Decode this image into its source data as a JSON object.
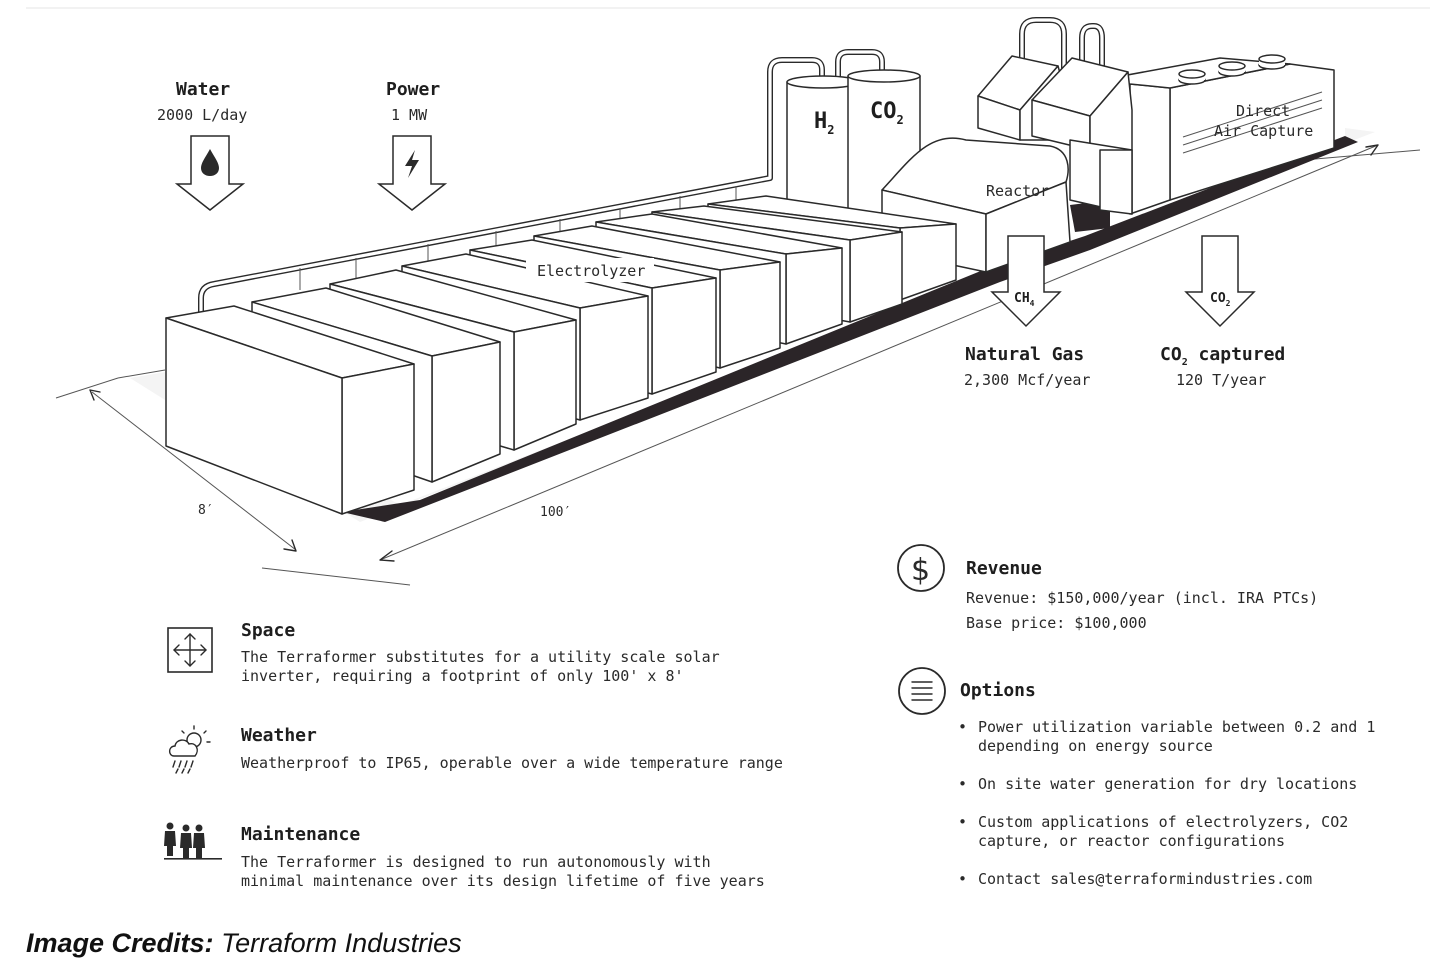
{
  "inputs": {
    "water": {
      "title": "Water",
      "value": "2000 L/day",
      "icon": "water-drop-icon"
    },
    "power": {
      "title": "Power",
      "value": "1 MW",
      "icon": "lightning-bolt-icon"
    }
  },
  "components": {
    "h2_tank": {
      "main": "H",
      "sub": "2"
    },
    "co2_tank": {
      "main": "CO",
      "sub": "2"
    },
    "reactor": "Reactor",
    "dac_line1": "Direct",
    "dac_line2": "Air Capture",
    "electrolyzer": "Electrolyzer"
  },
  "dimensions": {
    "width": "8′",
    "length": "100′"
  },
  "outputs": {
    "natural_gas": {
      "arrow_main": "CH",
      "arrow_sub": "4",
      "title": "Natural Gas",
      "value": "2,300 Mcf/year"
    },
    "co2": {
      "arrow_main": "CO",
      "arrow_sub": "2",
      "title_main": "CO",
      "title_sub": "2",
      "title_rest": " captured",
      "value": "120 T/year"
    }
  },
  "features": [
    {
      "title": "Space",
      "icon": "expand-arrows-icon",
      "lines": [
        "The Terraformer substitutes for a utility scale solar",
        "inverter, requiring a footprint of only 100' x 8'"
      ]
    },
    {
      "title": "Weather",
      "icon": "weather-cloud-sun-rain-icon",
      "lines": [
        "Weatherproof to IP65, operable over a wide temperature range"
      ]
    },
    {
      "title": "Maintenance",
      "icon": "people-icon",
      "lines": [
        "The Terraformer is designed to run autonomously with",
        "minimal maintenance over its design lifetime of five years"
      ]
    }
  ],
  "revenue": {
    "title": "Revenue",
    "icon": "dollar-icon",
    "lines": [
      "Revenue: $150,000/year (incl. IRA PTCs)",
      "Base price: $100,000"
    ]
  },
  "options": {
    "title": "Options",
    "icon": "list-icon",
    "bullet": "•",
    "items": [
      [
        "Power utilization variable between 0.2 and 1",
        "depending on energy source"
      ],
      [
        "On site water generation for dry locations"
      ],
      [
        "Custom applications of electrolyzers, CO2",
        "capture, or reactor configurations"
      ],
      [
        "Contact sales@terraformindustries.com"
      ]
    ]
  },
  "credit": {
    "label": "Image Credits:",
    "source": " Terraform Industries"
  }
}
